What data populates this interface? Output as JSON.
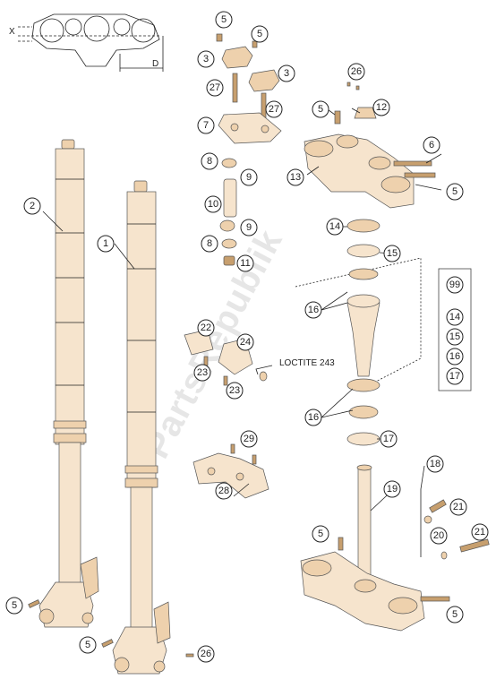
{
  "diagram": {
    "watermark": "PartsRepublik",
    "loctite_label": "LOCTITE 243",
    "dimension_labels": {
      "x": "X",
      "d": "D"
    },
    "callouts": [
      {
        "id": "c5a",
        "text": "5"
      },
      {
        "id": "c5b",
        "text": "5"
      },
      {
        "id": "c3a",
        "text": "3"
      },
      {
        "id": "c3b",
        "text": "3"
      },
      {
        "id": "c27a",
        "text": "27"
      },
      {
        "id": "c27b",
        "text": "27"
      },
      {
        "id": "c7",
        "text": "7"
      },
      {
        "id": "c8a",
        "text": "8"
      },
      {
        "id": "c9a",
        "text": "9"
      },
      {
        "id": "c10",
        "text": "10"
      },
      {
        "id": "c9b",
        "text": "9"
      },
      {
        "id": "c8b",
        "text": "8"
      },
      {
        "id": "c11",
        "text": "11"
      },
      {
        "id": "c26a",
        "text": "26"
      },
      {
        "id": "c5c",
        "text": "5"
      },
      {
        "id": "c12",
        "text": "12"
      },
      {
        "id": "c6",
        "text": "6"
      },
      {
        "id": "c13",
        "text": "13"
      },
      {
        "id": "c5d",
        "text": "5"
      },
      {
        "id": "c14a",
        "text": "14"
      },
      {
        "id": "c15a",
        "text": "15"
      },
      {
        "id": "c16a",
        "text": "16"
      },
      {
        "id": "c16b",
        "text": "16"
      },
      {
        "id": "c17a",
        "text": "17"
      },
      {
        "id": "c99",
        "text": "99"
      },
      {
        "id": "c14b",
        "text": "14"
      },
      {
        "id": "c15b",
        "text": "15"
      },
      {
        "id": "c16c",
        "text": "16"
      },
      {
        "id": "c17b",
        "text": "17"
      },
      {
        "id": "c2",
        "text": "2"
      },
      {
        "id": "c1",
        "text": "1"
      },
      {
        "id": "c22",
        "text": "22"
      },
      {
        "id": "c24",
        "text": "24"
      },
      {
        "id": "c23a",
        "text": "23"
      },
      {
        "id": "c23b",
        "text": "23"
      },
      {
        "id": "c29",
        "text": "29"
      },
      {
        "id": "c28",
        "text": "28"
      },
      {
        "id": "c18",
        "text": "18"
      },
      {
        "id": "c19",
        "text": "19"
      },
      {
        "id": "c21a",
        "text": "21"
      },
      {
        "id": "c20",
        "text": "20"
      },
      {
        "id": "c21b",
        "text": "21"
      },
      {
        "id": "c5e",
        "text": "5"
      },
      {
        "id": "c5f",
        "text": "5"
      },
      {
        "id": "c5g",
        "text": "5"
      },
      {
        "id": "c5h",
        "text": "5"
      },
      {
        "id": "c26b",
        "text": "26"
      }
    ]
  }
}
